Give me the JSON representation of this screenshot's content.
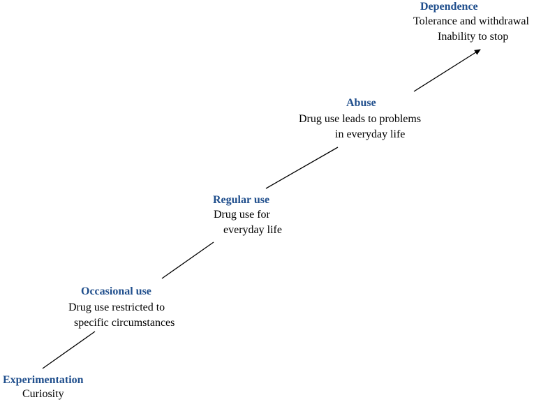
{
  "colors": {
    "title": "#1f4e8c",
    "text": "#000000",
    "connector": "#000000"
  },
  "stages": [
    {
      "title": "Experimentation",
      "description": [
        "Curiosity"
      ]
    },
    {
      "title": "Occasional use",
      "description": [
        "Drug use restricted to",
        "specific circumstances"
      ]
    },
    {
      "title": "Regular use",
      "description": [
        "Drug use for",
        "everyday life"
      ]
    },
    {
      "title": "Abuse",
      "description": [
        "Drug use leads to problems",
        "in everyday life"
      ]
    },
    {
      "title": "Dependence",
      "description": [
        "Tolerance and withdrawal",
        "Inability to stop"
      ]
    }
  ]
}
